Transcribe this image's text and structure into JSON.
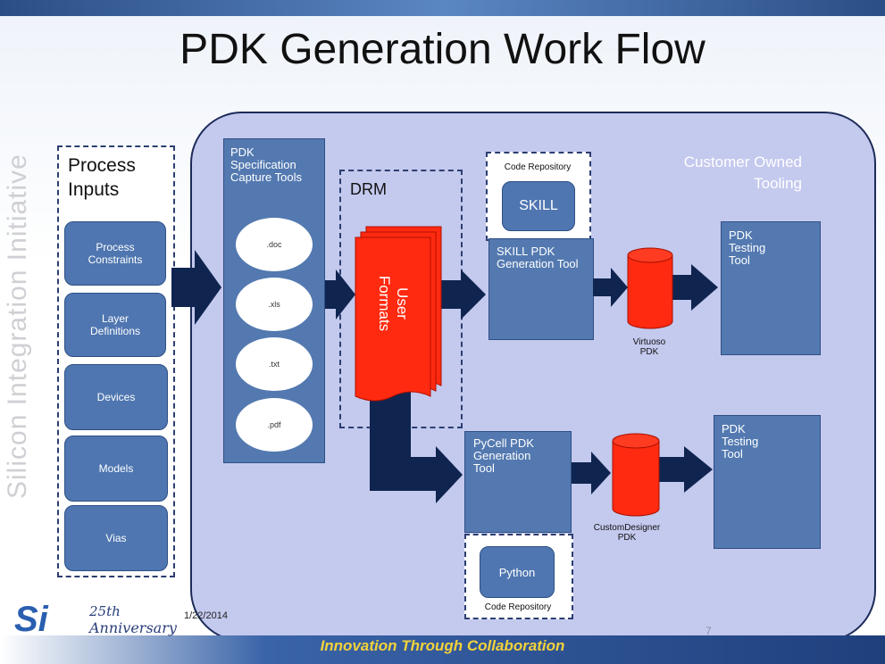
{
  "title": "PDK Generation Work Flow",
  "watermark": "Silicon Integration Initiative",
  "process_inputs": {
    "title_line1": "Process",
    "title_line2": "Inputs",
    "items": [
      "Process Constraints",
      "Layer Definitions",
      "Devices",
      "Models",
      "Vias"
    ]
  },
  "customer_owned": {
    "line1": "Customer Owned",
    "line2": "Tooling"
  },
  "spec_capture": {
    "label": "PDK Specification Capture Tools",
    "formats": [
      ".doc",
      ".xls",
      ".txt",
      ".pdf"
    ]
  },
  "drm": {
    "label": "DRM",
    "user_formats": "User Formats"
  },
  "skill_repo": {
    "label": "Code Repository",
    "skill": "SKILL"
  },
  "skill_gen": {
    "label": "SKILL PDK Generation Tool"
  },
  "virtuoso_pdk": "Virtuoso PDK",
  "pdk_testing_1": "PDK Testing Tool",
  "pycell_gen": {
    "label": "PyCell PDK Generation Tool"
  },
  "customdesigner_pdk": "CustomDesigner PDK",
  "pdk_testing_2": "PDK Testing Tool",
  "python_repo": {
    "python": "Python",
    "label": "Code Repository"
  },
  "footer": {
    "date": "1/22/2014",
    "page": "7",
    "logo_mark": "Si",
    "logo_anniv_1": "25th",
    "logo_anniv_2": "Anniversary",
    "tagline": "Innovation Through Collaboration"
  },
  "colors": {
    "accent": "#5379b0",
    "drm": "#ff2a10",
    "arrow": "#0f2550"
  }
}
